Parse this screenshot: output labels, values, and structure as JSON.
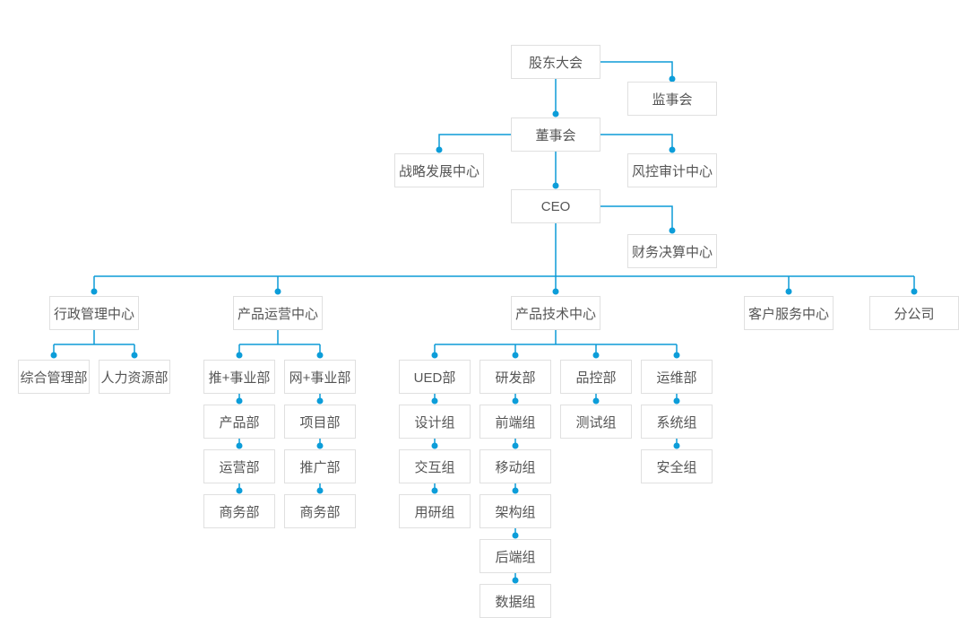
{
  "diagram": {
    "type": "org-chart",
    "language": "zh-CN",
    "colors": {
      "connector_line": "#0d9bd7",
      "connector_dot": "#0c9dd9",
      "node_border": "#e0e0e0",
      "node_text": "#555555",
      "background": "#ffffff"
    }
  },
  "nodes": {
    "shareholders": {
      "label": "股东大会"
    },
    "supervisory": {
      "label": "监事会"
    },
    "board": {
      "label": "董事会"
    },
    "strategy": {
      "label": "战略发展中心"
    },
    "risk": {
      "label": "风控审计中心"
    },
    "ceo": {
      "label": "CEO"
    },
    "finance": {
      "label": "财务决算中心"
    },
    "admin": {
      "label": "行政管理中心"
    },
    "operation": {
      "label": "产品运营中心"
    },
    "technology": {
      "label": "产品技术中心"
    },
    "customer": {
      "label": "客户服务中心"
    },
    "branch": {
      "label": "分公司"
    },
    "general": {
      "label": "综合管理部"
    },
    "hr": {
      "label": "人力资源部"
    },
    "tui": {
      "label": "推+事业部"
    },
    "wang": {
      "label": "网+事业部"
    },
    "ued": {
      "label": "UED部"
    },
    "rd": {
      "label": "研发部"
    },
    "qc": {
      "label": "品控部"
    },
    "ops": {
      "label": "运维部"
    },
    "product": {
      "label": "产品部"
    },
    "project": {
      "label": "项目部"
    },
    "design": {
      "label": "设计组"
    },
    "frontend": {
      "label": "前端组"
    },
    "testing": {
      "label": "测试组"
    },
    "system": {
      "label": "系统组"
    },
    "operating": {
      "label": "运营部"
    },
    "promotion": {
      "label": "推广部"
    },
    "interaction": {
      "label": "交互组"
    },
    "mobile": {
      "label": "移动组"
    },
    "security": {
      "label": "安全组"
    },
    "business_tui": {
      "label": "商务部"
    },
    "business_wang": {
      "label": "商务部"
    },
    "research": {
      "label": "用研组"
    },
    "architecture": {
      "label": "架构组"
    },
    "backend": {
      "label": "后端组"
    },
    "data": {
      "label": "数据组"
    }
  },
  "edges_as_drawn": [
    [
      "shareholders",
      "supervisory"
    ],
    [
      "shareholders",
      "board"
    ],
    [
      "board",
      "strategy"
    ],
    [
      "board",
      "risk"
    ],
    [
      "board",
      "ceo"
    ],
    [
      "ceo",
      "finance"
    ],
    [
      "ceo",
      "admin"
    ],
    [
      "ceo",
      "operation"
    ],
    [
      "ceo",
      "technology"
    ],
    [
      "ceo",
      "customer"
    ],
    [
      "ceo",
      "branch"
    ],
    [
      "admin",
      "general"
    ],
    [
      "admin",
      "hr"
    ],
    [
      "operation",
      "tui"
    ],
    [
      "operation",
      "wang"
    ],
    [
      "tui",
      "product"
    ],
    [
      "product",
      "operating"
    ],
    [
      "operating",
      "business_tui"
    ],
    [
      "wang",
      "project"
    ],
    [
      "project",
      "promotion"
    ],
    [
      "promotion",
      "business_wang"
    ],
    [
      "technology",
      "ued"
    ],
    [
      "technology",
      "rd"
    ],
    [
      "technology",
      "qc"
    ],
    [
      "technology",
      "ops"
    ],
    [
      "ued",
      "design"
    ],
    [
      "design",
      "interaction"
    ],
    [
      "interaction",
      "research"
    ],
    [
      "rd",
      "frontend"
    ],
    [
      "frontend",
      "mobile"
    ],
    [
      "mobile",
      "architecture"
    ],
    [
      "architecture",
      "backend"
    ],
    [
      "backend",
      "data"
    ],
    [
      "qc",
      "testing"
    ],
    [
      "ops",
      "system"
    ],
    [
      "system",
      "security"
    ]
  ]
}
